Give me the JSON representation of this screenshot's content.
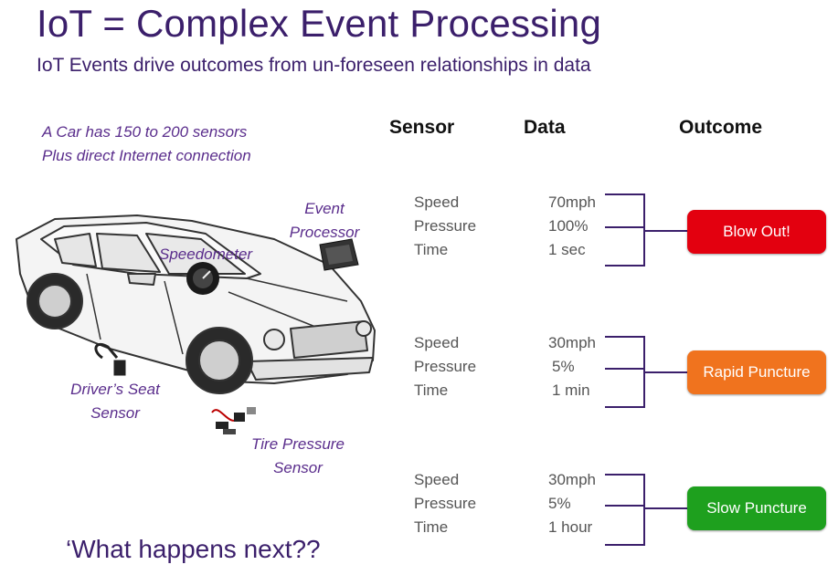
{
  "slide": {
    "title": "IoT = Complex Event Processing",
    "subtitle": "IoT Events drive outcomes from un-foreseen relationships in data",
    "note_line1": "A Car has 150 to 200 sensors",
    "note_line2": "Plus direct Internet connection",
    "question": "‘What happens next??"
  },
  "columns": {
    "sensor": "Sensor",
    "data": "Data",
    "outcome": "Outcome"
  },
  "car_labels": {
    "speedometer": "Speedometer",
    "event_processor_1": "Event",
    "event_processor_2": "Processor",
    "seat_1": "Driver’s Seat",
    "seat_2": "Sensor",
    "tire_1": "Tire Pressure",
    "tire_2": "Sensor"
  },
  "scenarios": [
    {
      "labels": [
        "Speed",
        "Pressure",
        "Time"
      ],
      "values": [
        "70mph",
        "100%",
        "1 sec"
      ],
      "outcome": "Blow Out!",
      "color": "#e3000f"
    },
    {
      "labels": [
        "Speed",
        "Pressure",
        "Time"
      ],
      "values": [
        "30mph",
        "5%",
        "1 min"
      ],
      "outcome": "Rapid Puncture",
      "color": "#f0731e"
    },
    {
      "labels": [
        "Speed",
        "Pressure",
        "Time"
      ],
      "values": [
        "30mph",
        "5%",
        "1 hour"
      ],
      "outcome": "Slow Puncture",
      "color": "#1ea01e"
    }
  ]
}
